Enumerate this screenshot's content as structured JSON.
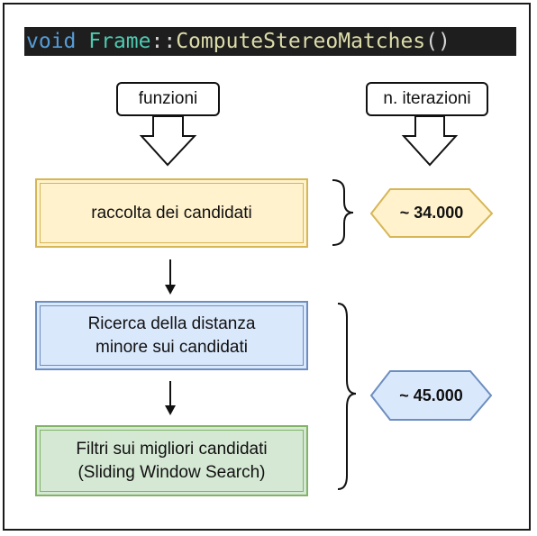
{
  "code_title": {
    "keyword": "void",
    "class_name": "Frame",
    "separator": "::",
    "function_name": "ComputeStereoMatches",
    "parens": "()"
  },
  "headers": {
    "functions_label": "funzioni",
    "iterations_label": "n. iterazioni"
  },
  "steps": [
    {
      "label": "raccolta dei candidati",
      "fill": "#fff2cc",
      "stroke": "#d6b656"
    },
    {
      "label": "Ricerca della distanza minore sui candidati",
      "fill": "#dae8fc",
      "stroke": "#6c8ebf"
    },
    {
      "label": "Filtri sui migliori candidati (Sliding Window Search)",
      "fill": "#d5e8d4",
      "stroke": "#82b366"
    }
  ],
  "iterations": [
    {
      "label": "~ 34.000",
      "fill": "#fff2cc",
      "stroke": "#d6b656"
    },
    {
      "label": "~ 45.000",
      "fill": "#dae8fc",
      "stroke": "#6c8ebf"
    }
  ]
}
